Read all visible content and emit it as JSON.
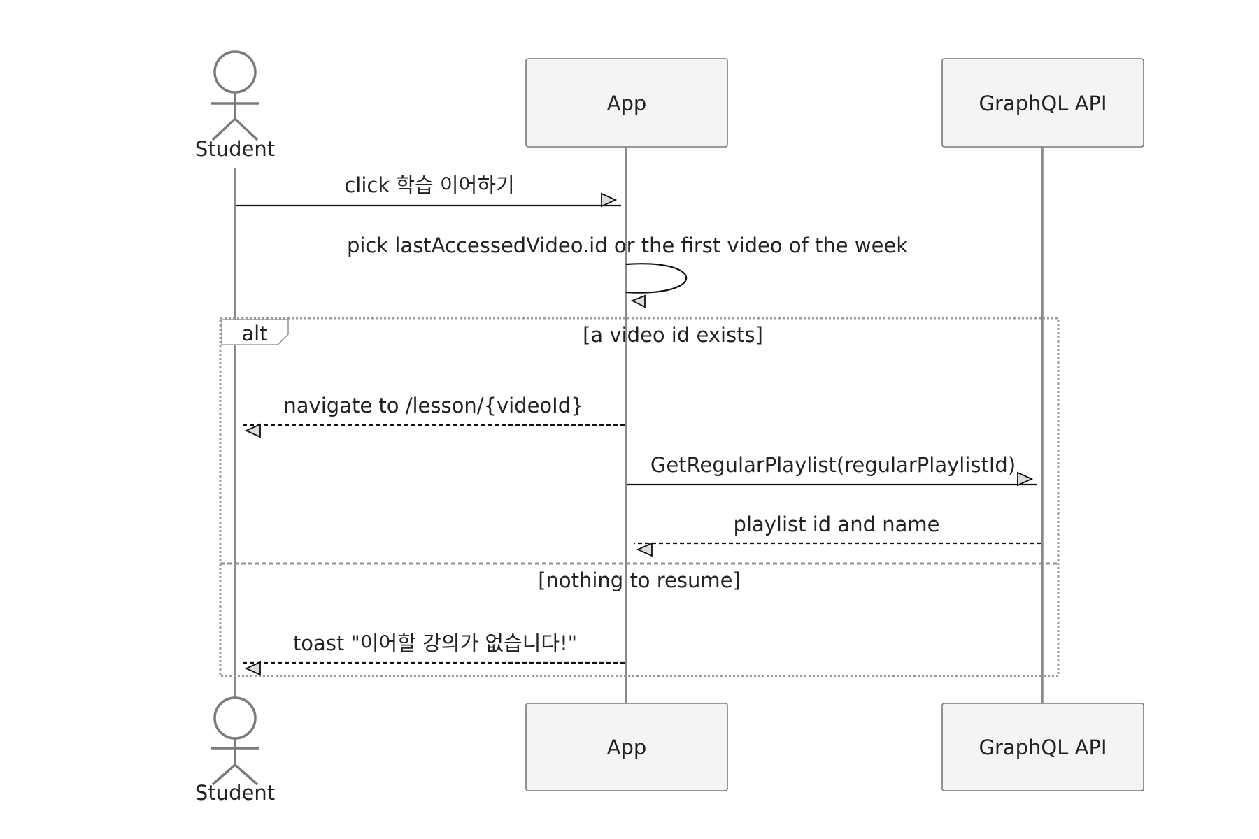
{
  "participants": {
    "student": "Student",
    "app": "App",
    "api": "GraphQL API"
  },
  "messages": {
    "m1": "click 학습 이어하기",
    "m2": "pick lastAccessedVideo.id or the first video of the week",
    "m3": "navigate to /lesson/{videoId}",
    "m4": "GetRegularPlaylist(regularPlaylistId)",
    "m5": "playlist id and name",
    "m6": "toast \"이어할 강의가 없습니다!\""
  },
  "alt_block": {
    "keyword": "alt",
    "condition_1": "[a video id exists]",
    "condition_2": "[nothing to resume]"
  }
}
